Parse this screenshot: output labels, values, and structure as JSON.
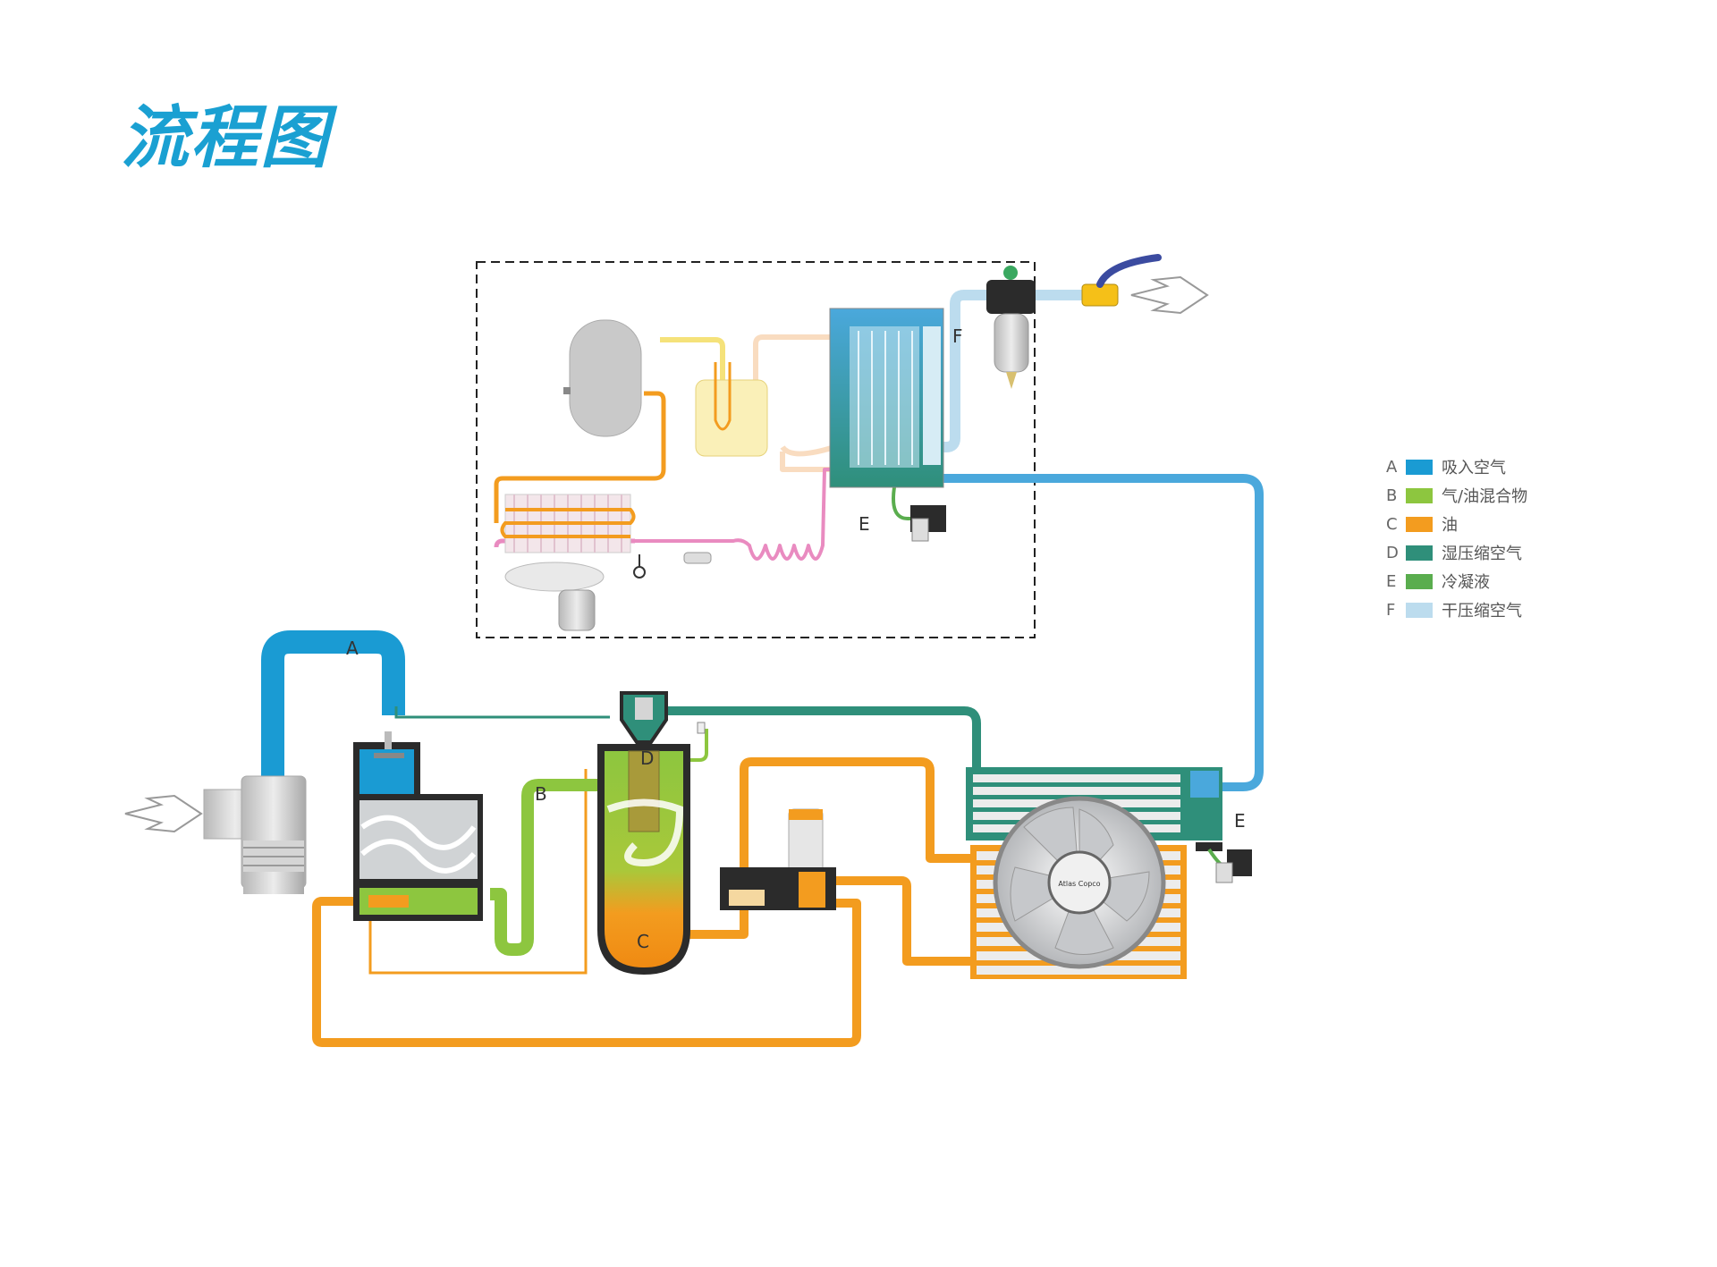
{
  "title": "流程图",
  "flow_labels": {
    "a": "A",
    "b": "B",
    "c": "C",
    "d": "D",
    "e1": "E",
    "e2": "E",
    "f": "F"
  },
  "brand": "Atlas Copco",
  "legend": [
    {
      "letter": "A",
      "text": "吸入空气",
      "color": "#1a9bd3"
    },
    {
      "letter": "B",
      "text": "气/油混合物",
      "color": "#8dc63f"
    },
    {
      "letter": "C",
      "text": "油",
      "color": "#f39c1f"
    },
    {
      "letter": "D",
      "text": "湿压缩空气",
      "color": "#2f8f7a"
    },
    {
      "letter": "E",
      "text": "冷凝液",
      "color": "#5aad4e"
    },
    {
      "letter": "F",
      "text": "干压缩空气",
      "color": "#bcdcee"
    }
  ],
  "colors": {
    "intake_air": "#1a9bd3",
    "air_oil_mix": "#8dc63f",
    "oil": "#f39c1f",
    "wet_air": "#2f8f7a",
    "condensate": "#5aad4e",
    "dry_air": "#bcdcee",
    "refrigerant_pink": "#e98bc0",
    "refrigerant_yellow": "#f5e27a"
  }
}
